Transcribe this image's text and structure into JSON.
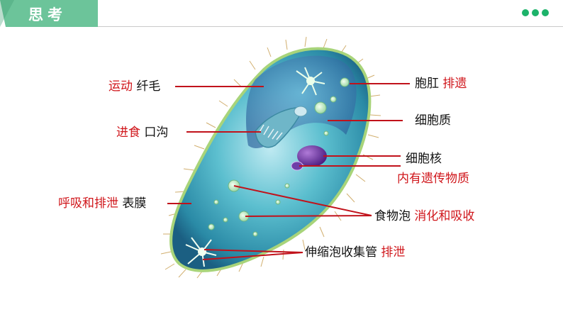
{
  "header": {
    "title": "思考"
  },
  "labels": {
    "left": [
      {
        "function": "运动",
        "structure": "纤毛"
      },
      {
        "function": "进食",
        "structure": "口沟"
      },
      {
        "function": "呼吸和排泄",
        "structure": "表膜"
      }
    ],
    "right": {
      "anal_pore": {
        "structure": "胞肛",
        "function": "排遗"
      },
      "cytoplasm": {
        "structure": "细胞质"
      },
      "nucleus": {
        "structure": "细胞核",
        "function": "内有遗传物质"
      },
      "food_vacuole": {
        "structure": "食物泡",
        "function": "消化和吸收"
      },
      "contractile_vacuole": {
        "structure": "伸缩泡收集管",
        "function": "排泄"
      }
    }
  },
  "colors": {
    "accent_green": "#1db36a",
    "header_green": "#6cc49a",
    "label_red": "#d0161b",
    "line_red": "#c1121b"
  }
}
